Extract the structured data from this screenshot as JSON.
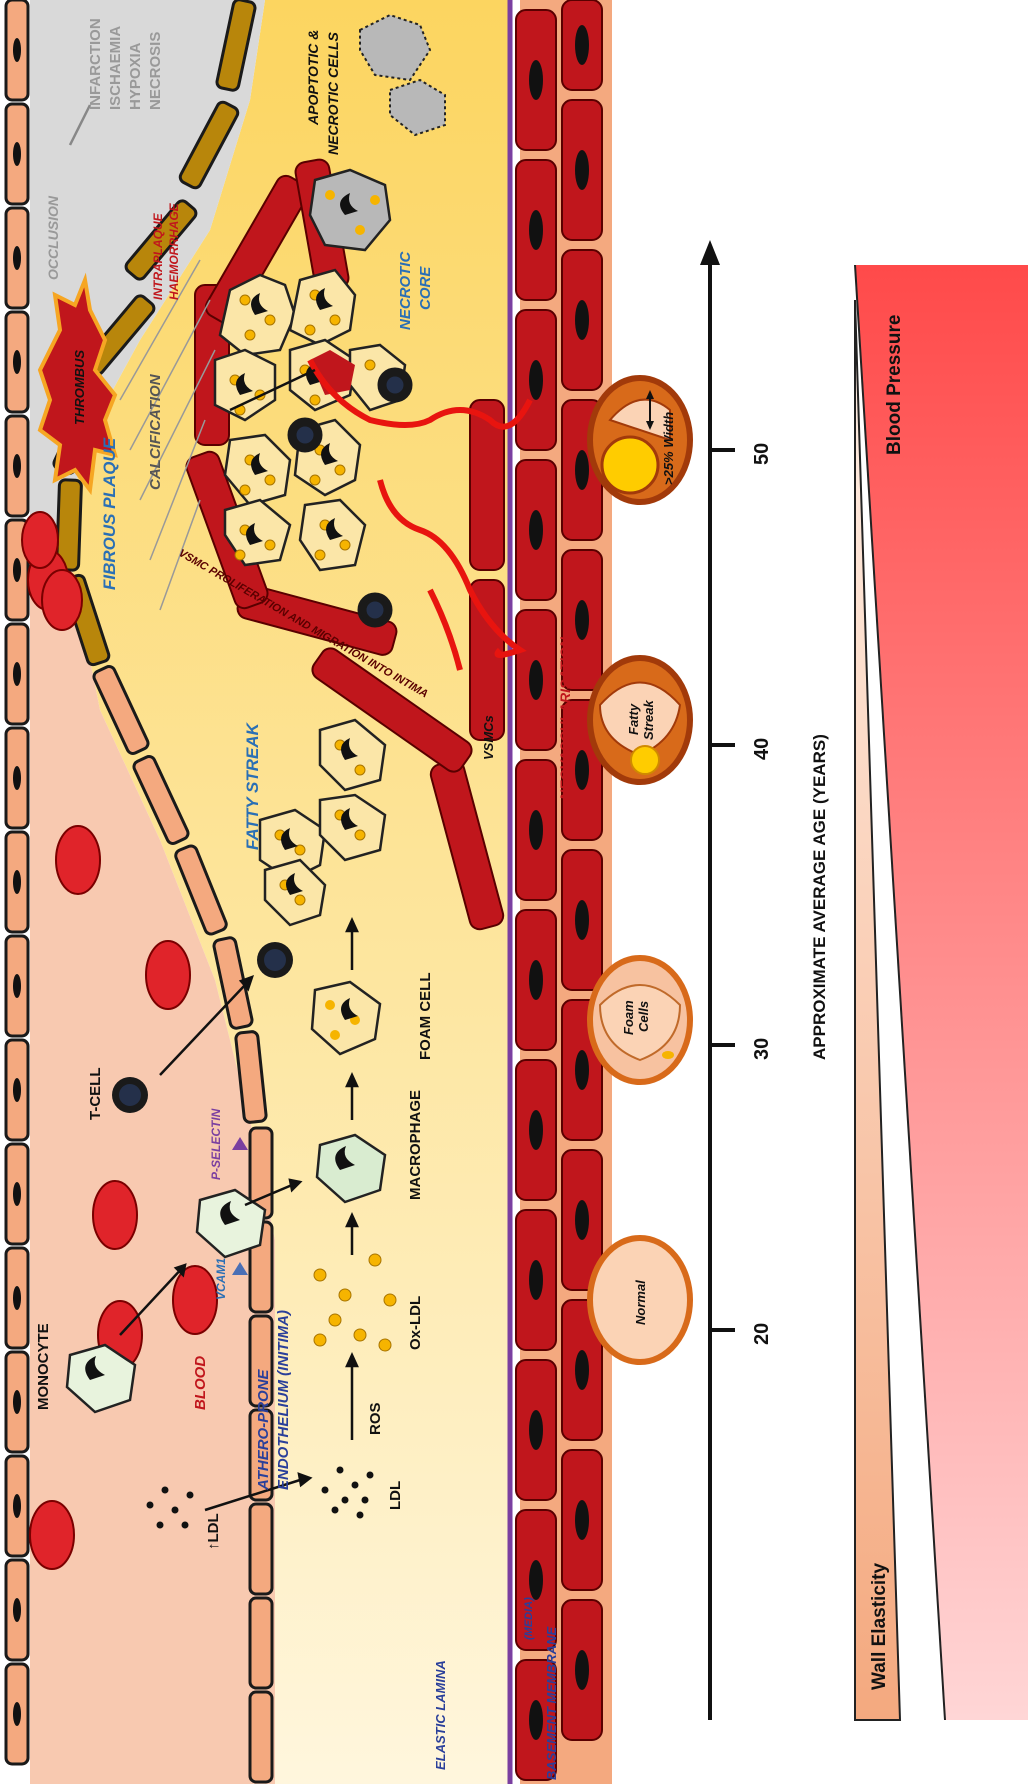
{
  "labels": {
    "ldl_up": "↑LDL",
    "ldl": "LDL",
    "ros": "ROS",
    "ox_ldl": "Ox-LDL",
    "monocyte": "MONOCYTE",
    "blood": "BLOOD",
    "athero_prone": "ATHERO-PRONE",
    "endothelium": "ENDOTHELIUM (INITIMA)",
    "vcam1": "VCAM1",
    "p_selectin": "P-SELECTIN",
    "macrophage": "MACROPHAGE",
    "t_cell": "T-CELL",
    "foam_cell": "FOAM CELL",
    "fatty_streak": "FATTY STREAK",
    "vsmcs": "VSMCs",
    "vsmc_migration": "VSMC PROLIFERATION AND MIGRATION INTO INTIMA",
    "neovascularisation": "NEOVASCULARISATION",
    "fibrous_plaque": "FIBROUS PLAQUE",
    "calcification": "CALCIFICATION",
    "thrombus": "THROMBUS",
    "occlusion": "OCCLUSION",
    "infarction": "INFARCTION",
    "ischaemia": "ISCHAEMIA",
    "hypoxia": "HYPOXIA",
    "necrosis": "NECROSIS",
    "intraplaque_1": "INTRAPLAQUE",
    "intraplaque_2": "HAEMORRHAGE",
    "necrotic_core_1": "NECROTIC",
    "necrotic_core_2": "CORE",
    "apoptotic_1": "APOPTOTIC &",
    "apoptotic_2": "NECROTIC CELLS",
    "elastic_lamina": "ELASTIC LAMINA",
    "basement_membrane": "BASEMENT MEMBRANE",
    "media": "(MEDIA)"
  },
  "timeline": {
    "axis_label": "APPROXIMATE AVERAGE AGE (YEARS)",
    "ticks": [
      "20",
      "30",
      "40",
      "50"
    ],
    "stages": [
      {
        "age": "20",
        "label_1": "Normal",
        "label_2": ""
      },
      {
        "age": "30",
        "label_1": "Foam",
        "label_2": "Cells"
      },
      {
        "age": "40",
        "label_1": "Fatty",
        "label_2": "Streak"
      },
      {
        "age": "50",
        "label_1": ">25% Width",
        "label_2": ""
      }
    ]
  },
  "gradients": {
    "wall_elasticity": "Wall Elasticity",
    "blood_pressure": "Blood Pressure"
  },
  "colors": {
    "vessel_red": "#c0161c",
    "endothelium": "#f4a97f",
    "plaque_yellow": "#fbe08a",
    "fibrous_cap": "#b8860b",
    "occlusion_grey": "#d9d9d9",
    "macrophage_green": "#d9ecd0",
    "label_blue": "#2a6fb5",
    "label_red": "#c0161c",
    "label_purple": "#7a3fa0"
  }
}
